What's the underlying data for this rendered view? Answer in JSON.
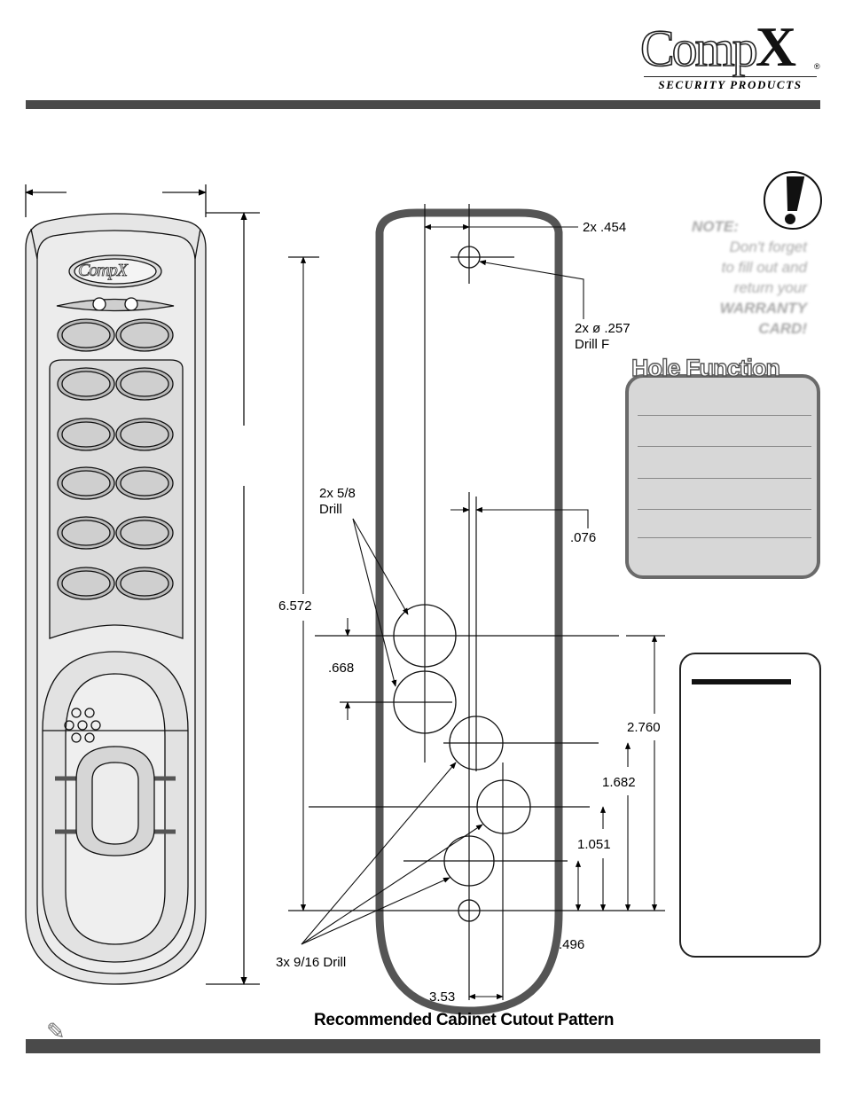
{
  "brand": {
    "name_main": "Comp",
    "name_x": "X",
    "registered": "®",
    "tagline": "SECURITY PRODUCTS",
    "device_logo": "CompX"
  },
  "note": {
    "label": "NOTE:",
    "line1": "Don't forget",
    "line2": "to fill out and",
    "line3": "return your",
    "line4": "WARRANTY",
    "line5": "CARD!",
    "icon": "exclamation-icon"
  },
  "hole_function": {
    "title": "Hole Function",
    "rows": [
      "",
      "",
      "",
      "",
      ""
    ]
  },
  "dimensions": {
    "top_spacing": "2x .454",
    "mount_hole": "2x ø .257",
    "mount_drill": "Drill F",
    "large_holes": "2x 5/8",
    "large_drill": "Drill",
    "offset": ".076",
    "overall_height": "6.572",
    "large_spacing": ".668",
    "h_2760": "2.760",
    "h_1682": "1.682",
    "h_1051": "1.051",
    "h_496": ".496",
    "small_holes": "3x 9/16 Drill",
    "bottom_offset": "3.53"
  },
  "caption": "Recommended Cabinet Cutout Pattern",
  "colors": {
    "bar": "#4a4a4a",
    "panel": "#d7d7d7",
    "note": "#a8a8a8"
  }
}
